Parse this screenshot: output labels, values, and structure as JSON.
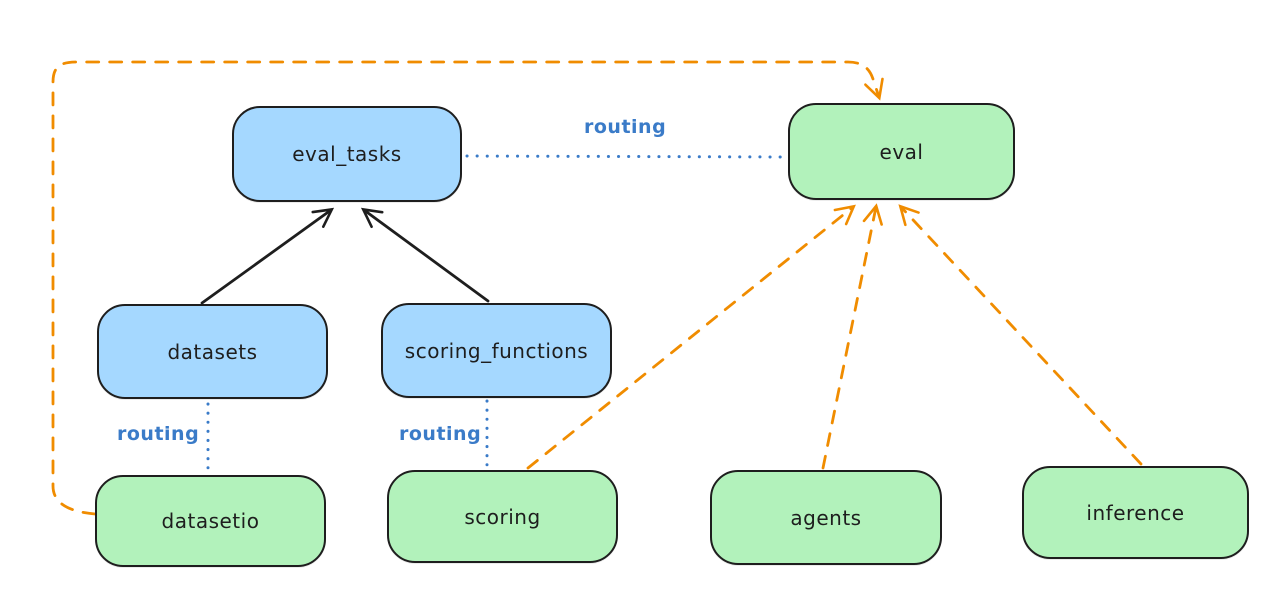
{
  "diagram": {
    "style": "hand-drawn-architecture",
    "background": "#ffffff",
    "colors": {
      "api_node_fill": "#a5d8ff",
      "provider_node_fill": "#b2f2bb",
      "node_outline": "#1e1e1e",
      "routing_line_blue": "#3a7bc8",
      "dependency_line_orange": "#f08c00",
      "solid_arrow_black": "#1e1e1e"
    },
    "nodes": [
      {
        "id": "eval_tasks",
        "label": "eval_tasks",
        "kind": "blue-api"
      },
      {
        "id": "eval",
        "label": "eval",
        "kind": "green-provider"
      },
      {
        "id": "datasets",
        "label": "datasets",
        "kind": "blue-api"
      },
      {
        "id": "scoring_functions",
        "label": "scoring_functions",
        "kind": "blue-api"
      },
      {
        "id": "datasetio",
        "label": "datasetio",
        "kind": "green-provider"
      },
      {
        "id": "scoring",
        "label": "scoring",
        "kind": "green-provider"
      },
      {
        "id": "agents",
        "label": "agents",
        "kind": "green-provider"
      },
      {
        "id": "inference",
        "label": "inference",
        "kind": "green-provider"
      }
    ],
    "edges": [
      {
        "from": "datasets",
        "to": "eval_tasks",
        "style": "solid-arrow",
        "color": "#1e1e1e"
      },
      {
        "from": "scoring_functions",
        "to": "eval_tasks",
        "style": "solid-arrow",
        "color": "#1e1e1e"
      },
      {
        "from": "eval_tasks",
        "to": "eval",
        "style": "dotted",
        "color": "#3a7bc8",
        "label": "routing"
      },
      {
        "from": "datasets",
        "to": "datasetio",
        "style": "dotted",
        "color": "#3a7bc8",
        "label": "routing"
      },
      {
        "from": "scoring_functions",
        "to": "scoring",
        "style": "dotted",
        "color": "#3a7bc8",
        "label": "routing"
      },
      {
        "from": "scoring",
        "to": "eval",
        "style": "dashed-arrow",
        "color": "#f08c00"
      },
      {
        "from": "agents",
        "to": "eval",
        "style": "dashed-arrow",
        "color": "#f08c00"
      },
      {
        "from": "inference",
        "to": "eval",
        "style": "dashed-arrow",
        "color": "#f08c00"
      },
      {
        "from": "datasetio",
        "to": "eval",
        "style": "dashed-arrow",
        "color": "#f08c00",
        "route": "left-and-top-loop"
      }
    ],
    "routing_labels": [
      {
        "text": "routing"
      },
      {
        "text": "routing"
      },
      {
        "text": "routing"
      }
    ]
  }
}
